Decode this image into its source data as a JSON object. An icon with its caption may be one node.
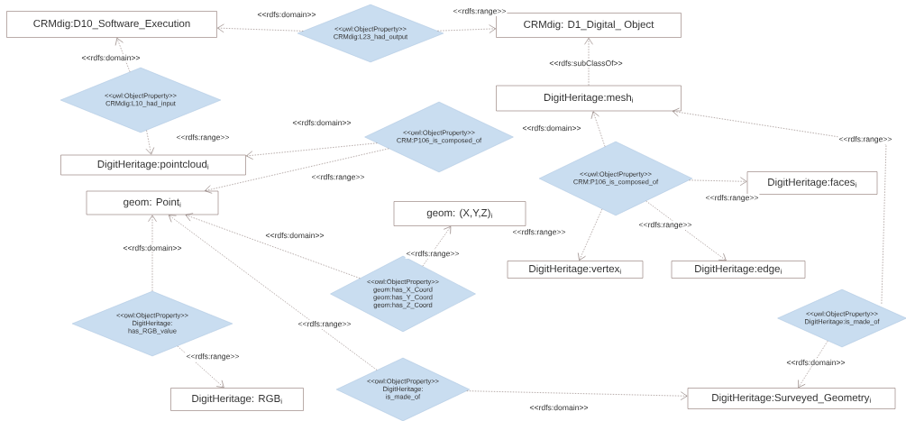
{
  "diagram": {
    "nodes": [
      {
        "text": [
          "CRMdig:D10_Software_Execution"
        ]
      },
      {
        "text": [
          "<<owl:ObjectProperty>>",
          "CRMdig:L23_had_output"
        ]
      },
      {
        "text": [
          "CRMdig: D1_Digital_ Object"
        ]
      },
      {
        "text": [
          "<<owl:ObjectProperty>>",
          "CRMdig:L10_had_input"
        ]
      },
      {
        "text": [
          "DigitHeritage:mesh$_{i}$"
        ]
      },
      {
        "text": [
          "DigitHeritage:pointcloud$_{i}$"
        ]
      },
      {
        "text": [
          "<<owl:ObjectProperty>>",
          "CRM:P106_is_composed_of"
        ]
      },
      {
        "text": [
          "<<owl:ObjectProperty>>",
          "CRM:P106_is_composed_of"
        ]
      },
      {
        "text": [
          "DigitHeritage:faces$_{i}$"
        ]
      },
      {
        "text": [
          "geom: Point$_{i}$"
        ]
      },
      {
        "text": [
          "geom: (X,Y,Z)$_{i}$"
        ]
      },
      {
        "text": [
          "DigitHeritage:vertex$_{i}$"
        ]
      },
      {
        "text": [
          "DigitHeritage:edge$_{i}$"
        ]
      },
      {
        "text": [
          "<<owl:ObjectProperty>>",
          "geom:has_X_Coord",
          "geom:has_Y_Coord",
          "geom:has_Z_Coord"
        ]
      },
      {
        "text": [
          "<<owl:ObjectProperty>>",
          "DigitHeritage: has_RGB_value"
        ]
      },
      {
        "text": [
          "<<owl:ObjectProperty>>",
          "DigitHeritage:is_made_of"
        ]
      },
      {
        "text": [
          "DigitHeritage: RGB$_{i}$"
        ]
      },
      {
        "text": [
          "<<owl:ObjectProperty>>",
          "DigitHeritage: is_made_of"
        ]
      },
      {
        "text": [
          "DigitHeritage:Surveyed_Geometry$_{i}$"
        ]
      }
    ],
    "edges": [
      {
        "from": 1,
        "to": 0,
        "arrow": "to",
        "style": "dashed",
        "label": "<<rdfs:domain>>"
      },
      {
        "from": 1,
        "to": 2,
        "arrow": "to",
        "style": "dashed",
        "label": "<<rdfs:range>>"
      },
      {
        "from": 4,
        "to": 2,
        "arrow": "to",
        "style": "dashed",
        "label": "<<rdfs:subClassOf>>"
      },
      {
        "from": 3,
        "to": 0,
        "arrow": "to",
        "style": "dashed",
        "label": "<<rdfs:domain>>"
      },
      {
        "from": 3,
        "to": 5,
        "arrow": "to",
        "style": "dashed",
        "label": "<<rdfs:range>>"
      },
      {
        "from": 6,
        "to": 5,
        "arrow": "to",
        "style": "dashed",
        "label": "<<rdfs:domain>>"
      },
      {
        "from": 6,
        "to": 9,
        "arrow": "to",
        "style": "dashed",
        "label": "<<rdfs:range>>"
      },
      {
        "from": 7,
        "to": 4,
        "arrow": "to",
        "style": "dashed",
        "label": "<<rdfs:domain>>"
      },
      {
        "from": 7,
        "to": 8,
        "arrow": "to",
        "style": "dashed",
        "label": "<<rdfs:range>>"
      },
      {
        "from": 7,
        "to": 11,
        "arrow": "to",
        "style": "dashed",
        "label": "<<rdfs:range>>"
      },
      {
        "from": 7,
        "to": 12,
        "arrow": "to",
        "style": "dashed",
        "label": "<<rdfs:range>>"
      },
      {
        "from": 15,
        "to": 4,
        "arrow": "to",
        "style": "dashed",
        "label": "<<rdfs:range>>"
      },
      {
        "from": 15,
        "to": 18,
        "arrow": "to",
        "style": "dashed",
        "label": "<<rdfs:domain>>"
      },
      {
        "from": 13,
        "to": 9,
        "arrow": "to",
        "style": "dashed",
        "label": "<<rdfs:domain>>"
      },
      {
        "from": 13,
        "to": 10,
        "arrow": "to",
        "style": "dashed",
        "label": "<<rdfs:range>>"
      },
      {
        "from": 14,
        "to": 9,
        "arrow": "to",
        "style": "dashed",
        "label": "<<rdfs:domain>>"
      },
      {
        "from": 14,
        "to": 16,
        "arrow": "to",
        "style": "dashed",
        "label": "<<rdfs:range>>"
      },
      {
        "from": 17,
        "to": 9,
        "arrow": "to",
        "style": "dashed",
        "label": "<<rdfs:range>>"
      },
      {
        "from": 17,
        "to": 18,
        "arrow": "to",
        "style": "dashed",
        "label": "<<rdfs:domain>>"
      }
    ]
  }
}
